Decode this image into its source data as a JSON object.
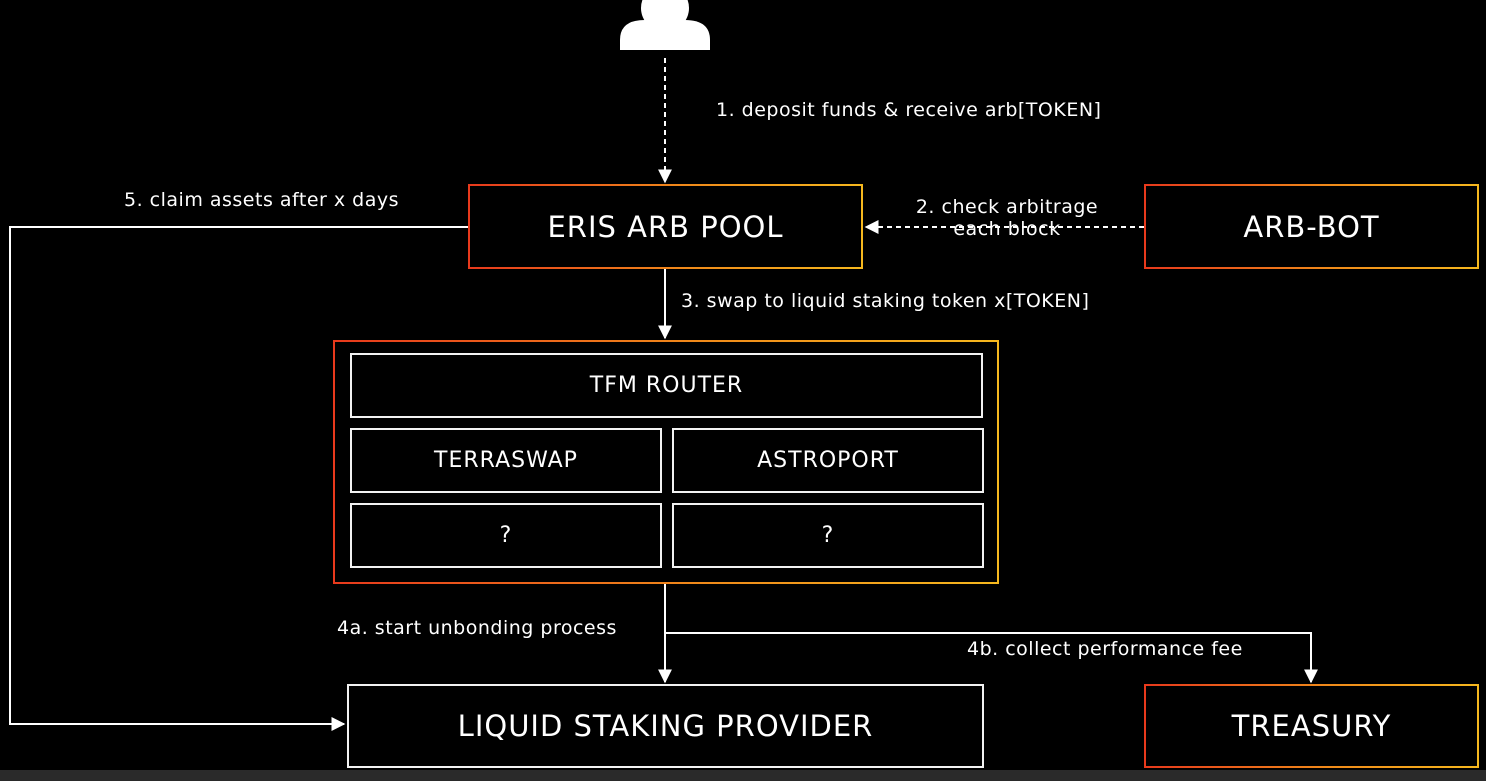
{
  "nodes": {
    "eris_arb_pool": "ERIS ARB POOL",
    "arb_bot": "ARB-BOT",
    "tfm_router": "TFM ROUTER",
    "terraswap": "TERRASWAP",
    "astroport": "ASTROPORT",
    "unknown_dex_1": "?",
    "unknown_dex_2": "?",
    "liquid_staking_provider": "LIQUID STAKING PROVIDER",
    "treasury": "TREASURY"
  },
  "edges": {
    "step1": "1. deposit funds & receive arb[TOKEN]",
    "step2_line1": "2. check arbitrage",
    "step2_line2": "each block",
    "step3": "3. swap to liquid staking token x[TOKEN]",
    "step4a": "4a. start unbonding process",
    "step4b": "4b. collect performance fee",
    "step5": "5. claim assets after x days"
  },
  "icons": {
    "user": "user-icon"
  },
  "colors": {
    "background": "#000000",
    "line": "#ffffff",
    "gradient_start": "#e8391c",
    "gradient_end": "#f6b81e"
  }
}
